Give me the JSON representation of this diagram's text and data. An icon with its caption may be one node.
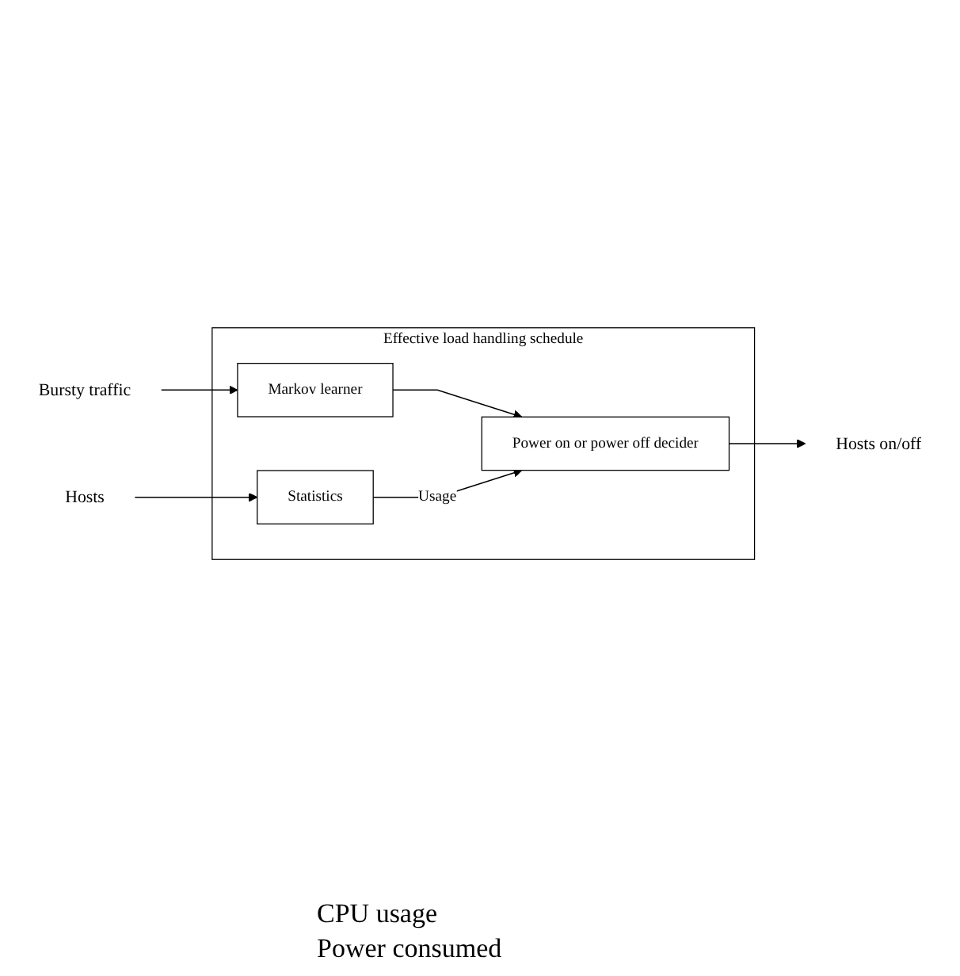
{
  "diagram": {
    "nodes": [
      {
        "text": [
          "Bursty traffic"
        ]
      },
      {
        "text": [
          "Effective load handling schedule"
        ]
      },
      {
        "text": [
          "Markov learner"
        ],
        "in": 1
      },
      {
        "text": [
          "Power on or power off decider"
        ],
        "in": 1
      },
      {
        "text": [
          "Statistics"
        ],
        "in": 1
      },
      {
        "text": [
          "Hosts"
        ]
      },
      {
        "text": [
          "Hosts on/off"
        ]
      }
    ],
    "edges": [
      {
        "from": 0,
        "to": 2,
        "arrow": "to"
      },
      {
        "from": 2,
        "to": 3,
        "arrow": "to"
      },
      {
        "from": 4,
        "to": 3,
        "arrow": "to",
        "label": "Usage"
      },
      {
        "from": 5,
        "to": 4,
        "arrow": "to"
      },
      {
        "from": 3,
        "to": 6,
        "arrow": "to"
      }
    ],
    "labels": [
      "CPU usage",
      "Power consumed"
    ]
  }
}
